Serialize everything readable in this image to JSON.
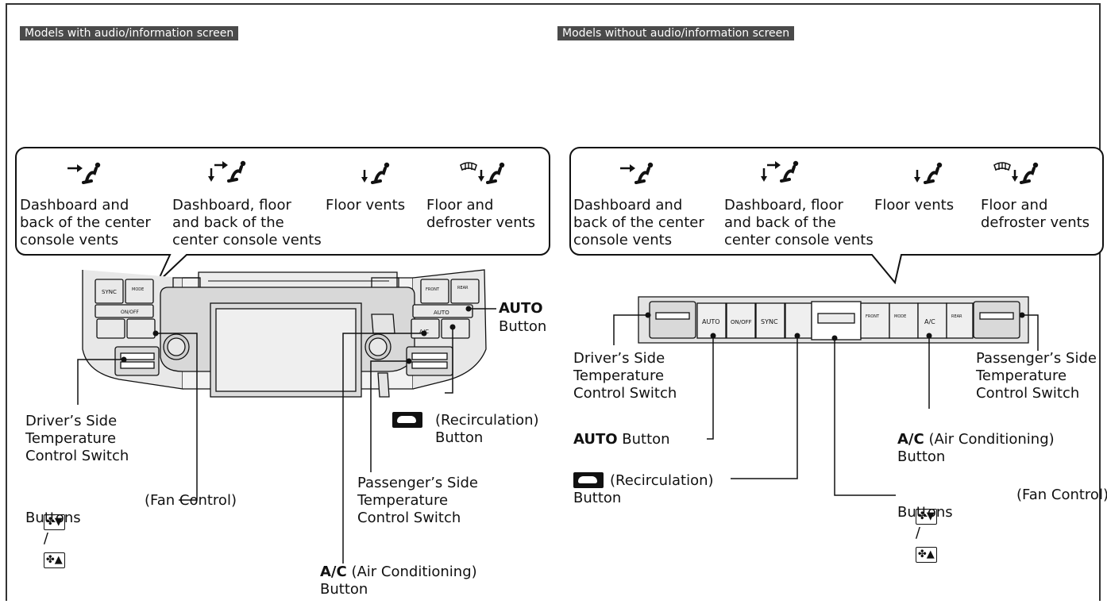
{
  "left_panel": {
    "tag": "Models with audio/information screen",
    "vents": [
      {
        "label": "Dashboard and\nback of the center\nconsole vents",
        "icon": "dashboard-vent-icon"
      },
      {
        "label": "Dashboard, floor\nand back of the\ncenter console vents",
        "icon": "dashboard-floor-vent-icon"
      },
      {
        "label": "Floor vents",
        "icon": "floor-vent-icon"
      },
      {
        "label": "Floor and\ndefroster vents",
        "icon": "floor-defroster-vent-icon"
      }
    ],
    "callouts": {
      "auto_bold": "AUTO",
      "auto_rest": "Button",
      "recirc_text": "(Recirculation)\nButton",
      "driver_temp": "Driver’s Side\nTemperature\nControl Switch",
      "fan_text": "(Fan Control)\nButtons",
      "fan_sep": "/",
      "passenger_temp": "Passenger’s Side\nTemperature\nControl Switch",
      "ac_bold": "A/C",
      "ac_rest": " (Air Conditioning)\nButton"
    },
    "panel_keys": {
      "sync": "SYNC",
      "mode": "MODE",
      "on_off": "ON/\nOFF",
      "front": "FRONT",
      "rear": "REAR",
      "auto": "AUTO",
      "ac": "A/C"
    }
  },
  "right_panel": {
    "tag": "Models without audio/information screen",
    "vents": [
      {
        "label": "Dashboard and\nback of the center\nconsole vents",
        "icon": "dashboard-vent-icon"
      },
      {
        "label": "Dashboard, floor\nand back of the\ncenter console vents",
        "icon": "dashboard-floor-vent-icon"
      },
      {
        "label": "Floor vents",
        "icon": "floor-vent-icon"
      },
      {
        "label": "Floor and\ndefroster vents",
        "icon": "floor-defroster-vent-icon"
      }
    ],
    "callouts": {
      "driver_temp": "Driver’s Side\nTemperature\nControl Switch",
      "auto_bold": "AUTO",
      "auto_rest": " Button",
      "recirc_text": "(Recirculation)\nButton",
      "passenger_temp": "Passenger’s Side\nTemperature\nControl Switch",
      "ac_bold": "A/C",
      "ac_rest": " (Air Conditioning)\nButton",
      "fan_text": "(Fan Control)\nButtons",
      "fan_sep": "/"
    },
    "panel_keys": {
      "auto": "AUTO",
      "on_off": "ON/\nOFF",
      "sync": "SYNC",
      "front": "FRONT",
      "mode": "MODE",
      "ac": "A/C",
      "rear": "REAR"
    }
  }
}
